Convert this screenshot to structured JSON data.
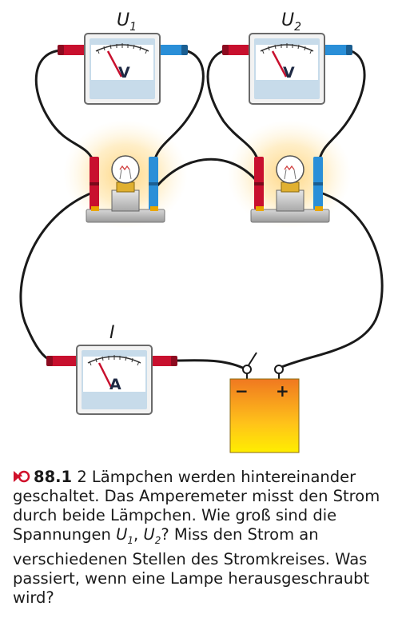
{
  "labels": {
    "u1": "U",
    "u1_sub": "1",
    "u2": "U",
    "u2_sub": "2",
    "i": "I"
  },
  "meters": {
    "voltmeter_letter": "V",
    "ammeter_letter": "A"
  },
  "battery": {
    "minus": "−",
    "plus": "+"
  },
  "caption": {
    "icon": "experiment-arrow-icon",
    "number": "88.1",
    "text_1": " 2 Lämpchen werden hintereinander geschaltet. Das Amperemeter misst den Strom durch beide Lämpchen. Wie groß sind die Spannungen ",
    "var_u1": "U",
    "var_u1_sub": "1",
    "sep": ", ",
    "var_u2": "U",
    "var_u2_sub": "2",
    "text_2": "? Miss den Strom an verschiedenen Stellen des Stromkreises. Was passiert, wenn eine Lampe herausgeschraubt wird?"
  },
  "colors": {
    "wire": "#1a1a1a",
    "red_plug": "#c8102e",
    "blue_plug": "#2a8fd8",
    "meter_face": "#c7dbea",
    "glow": "#ffd37a",
    "battery_top": "#f07820",
    "battery_bottom": "#ffe600",
    "icon_red": "#d0112b"
  }
}
